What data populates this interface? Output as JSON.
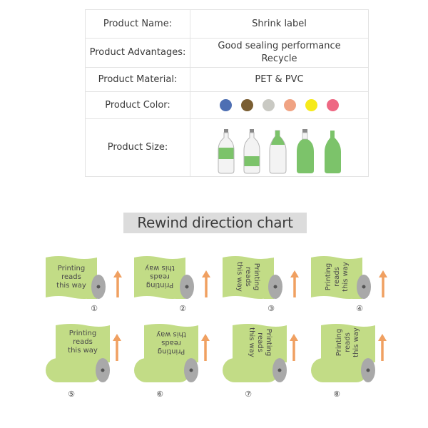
{
  "spec": {
    "rows": [
      {
        "label": "Product Name:",
        "value": "Shrink label"
      },
      {
        "label": "Product Advantages:",
        "values": [
          "Good sealing performance",
          "Recycle"
        ]
      },
      {
        "label": "Product Material:",
        "value": "PET & PVC"
      },
      {
        "label": "Product Color:",
        "colors": [
          "#4e6fb3",
          "#7a5e32",
          "#c9c9c3",
          "#f0a383",
          "#f6ea1a",
          "#ee6883"
        ]
      },
      {
        "label": "Product Size:",
        "bottles": [
          "bottle-tall-band-icon",
          "bottle-tall-wide-band-icon",
          "bottle-spray-label-icon",
          "bottle-full-sleeve-icon",
          "bottle-spray-full-sleeve-icon"
        ]
      }
    ]
  },
  "chart": {
    "title": "Rewind direction chart",
    "label_lines": [
      "Printing",
      "reads",
      "this way"
    ],
    "items": [
      "①",
      "②",
      "③",
      "④",
      "⑤",
      "⑥",
      "⑦",
      "⑧"
    ],
    "colors": {
      "label": "#c2dc86",
      "roll": "#a9a9a9",
      "arrow": "#f0a061"
    }
  }
}
